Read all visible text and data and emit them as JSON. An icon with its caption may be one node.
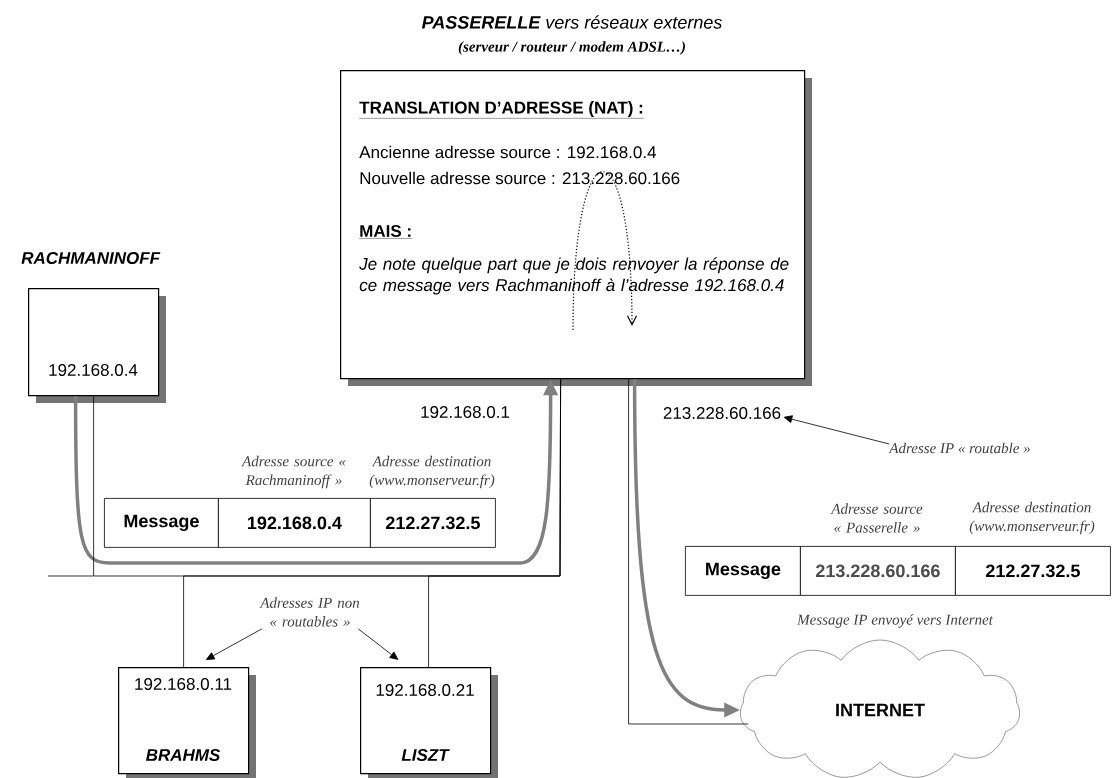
{
  "diagram": {
    "nodes": [
      {
        "text": [
          "**PASSERELLE** vers réseaux externes",
          "(serveur / routeur / modem ADSL…)",
          "TRANSLATION D’ADRESSE (NAT) :",
          "Ancienne adresse source : 192.168.0.4",
          "Nouvelle adresse source : 213.228.60.166",
          "MAIS :",
          "Je note quelque part que je dois renvoyer la réponse de ce message vers Rachmaninoff à l’adresse 192.168.0.4"
        ]
      },
      {
        "text": [
          "RACHMANINOFF",
          "192.168.0.4"
        ]
      },
      {
        "text": [
          "213.228.60.166"
        ]
      },
      {
        "text": [
          "Adresse IP « routable »"
        ]
      },
      {
        "text": [
          "Adresses IP non « routables »"
        ]
      },
      {
        "text": [
          "192.168.0.11",
          "BRAHMS"
        ]
      },
      {
        "text": [
          "192.168.0.21",
          "LISZT"
        ]
      },
      {
        "text": [
          "INTERNET"
        ],
        "beside": [
          "Message IP envoyé vers Internet"
        ]
      }
    ],
    "edges": [
      {
        "from": 1,
        "to": 0,
        "arrow": "to",
        "style": "thick",
        "color": "#808080"
      },
      {
        "from": 0,
        "to": 7,
        "arrow": "to",
        "style": "thick",
        "color": "#808080"
      },
      {
        "from": 1,
        "to": 0,
        "arrow": "none"
      },
      {
        "from": 5,
        "to": 0,
        "arrow": "none"
      },
      {
        "from": 6,
        "to": 0,
        "arrow": "none"
      },
      {
        "from": 0,
        "to": 7,
        "arrow": "none"
      },
      {
        "from": 3,
        "to": 2,
        "arrow": "to"
      },
      {
        "from": 4,
        "to": 5,
        "arrow": "to"
      },
      {
        "from": 4,
        "to": 6,
        "arrow": "to"
      }
    ],
    "labels": [
      "192.168.0.1",
      "Adresse source « Rachmaninoff »",
      "Adresse destination (www.monserveur.fr)",
      "Message",
      "192.168.0.4",
      "212.27.32.5",
      "Adresse source « Passerelle »",
      "Adresse destination (www.monserveur.fr)",
      "Message",
      "213.228.60.166",
      "212.27.32.5"
    ]
  }
}
